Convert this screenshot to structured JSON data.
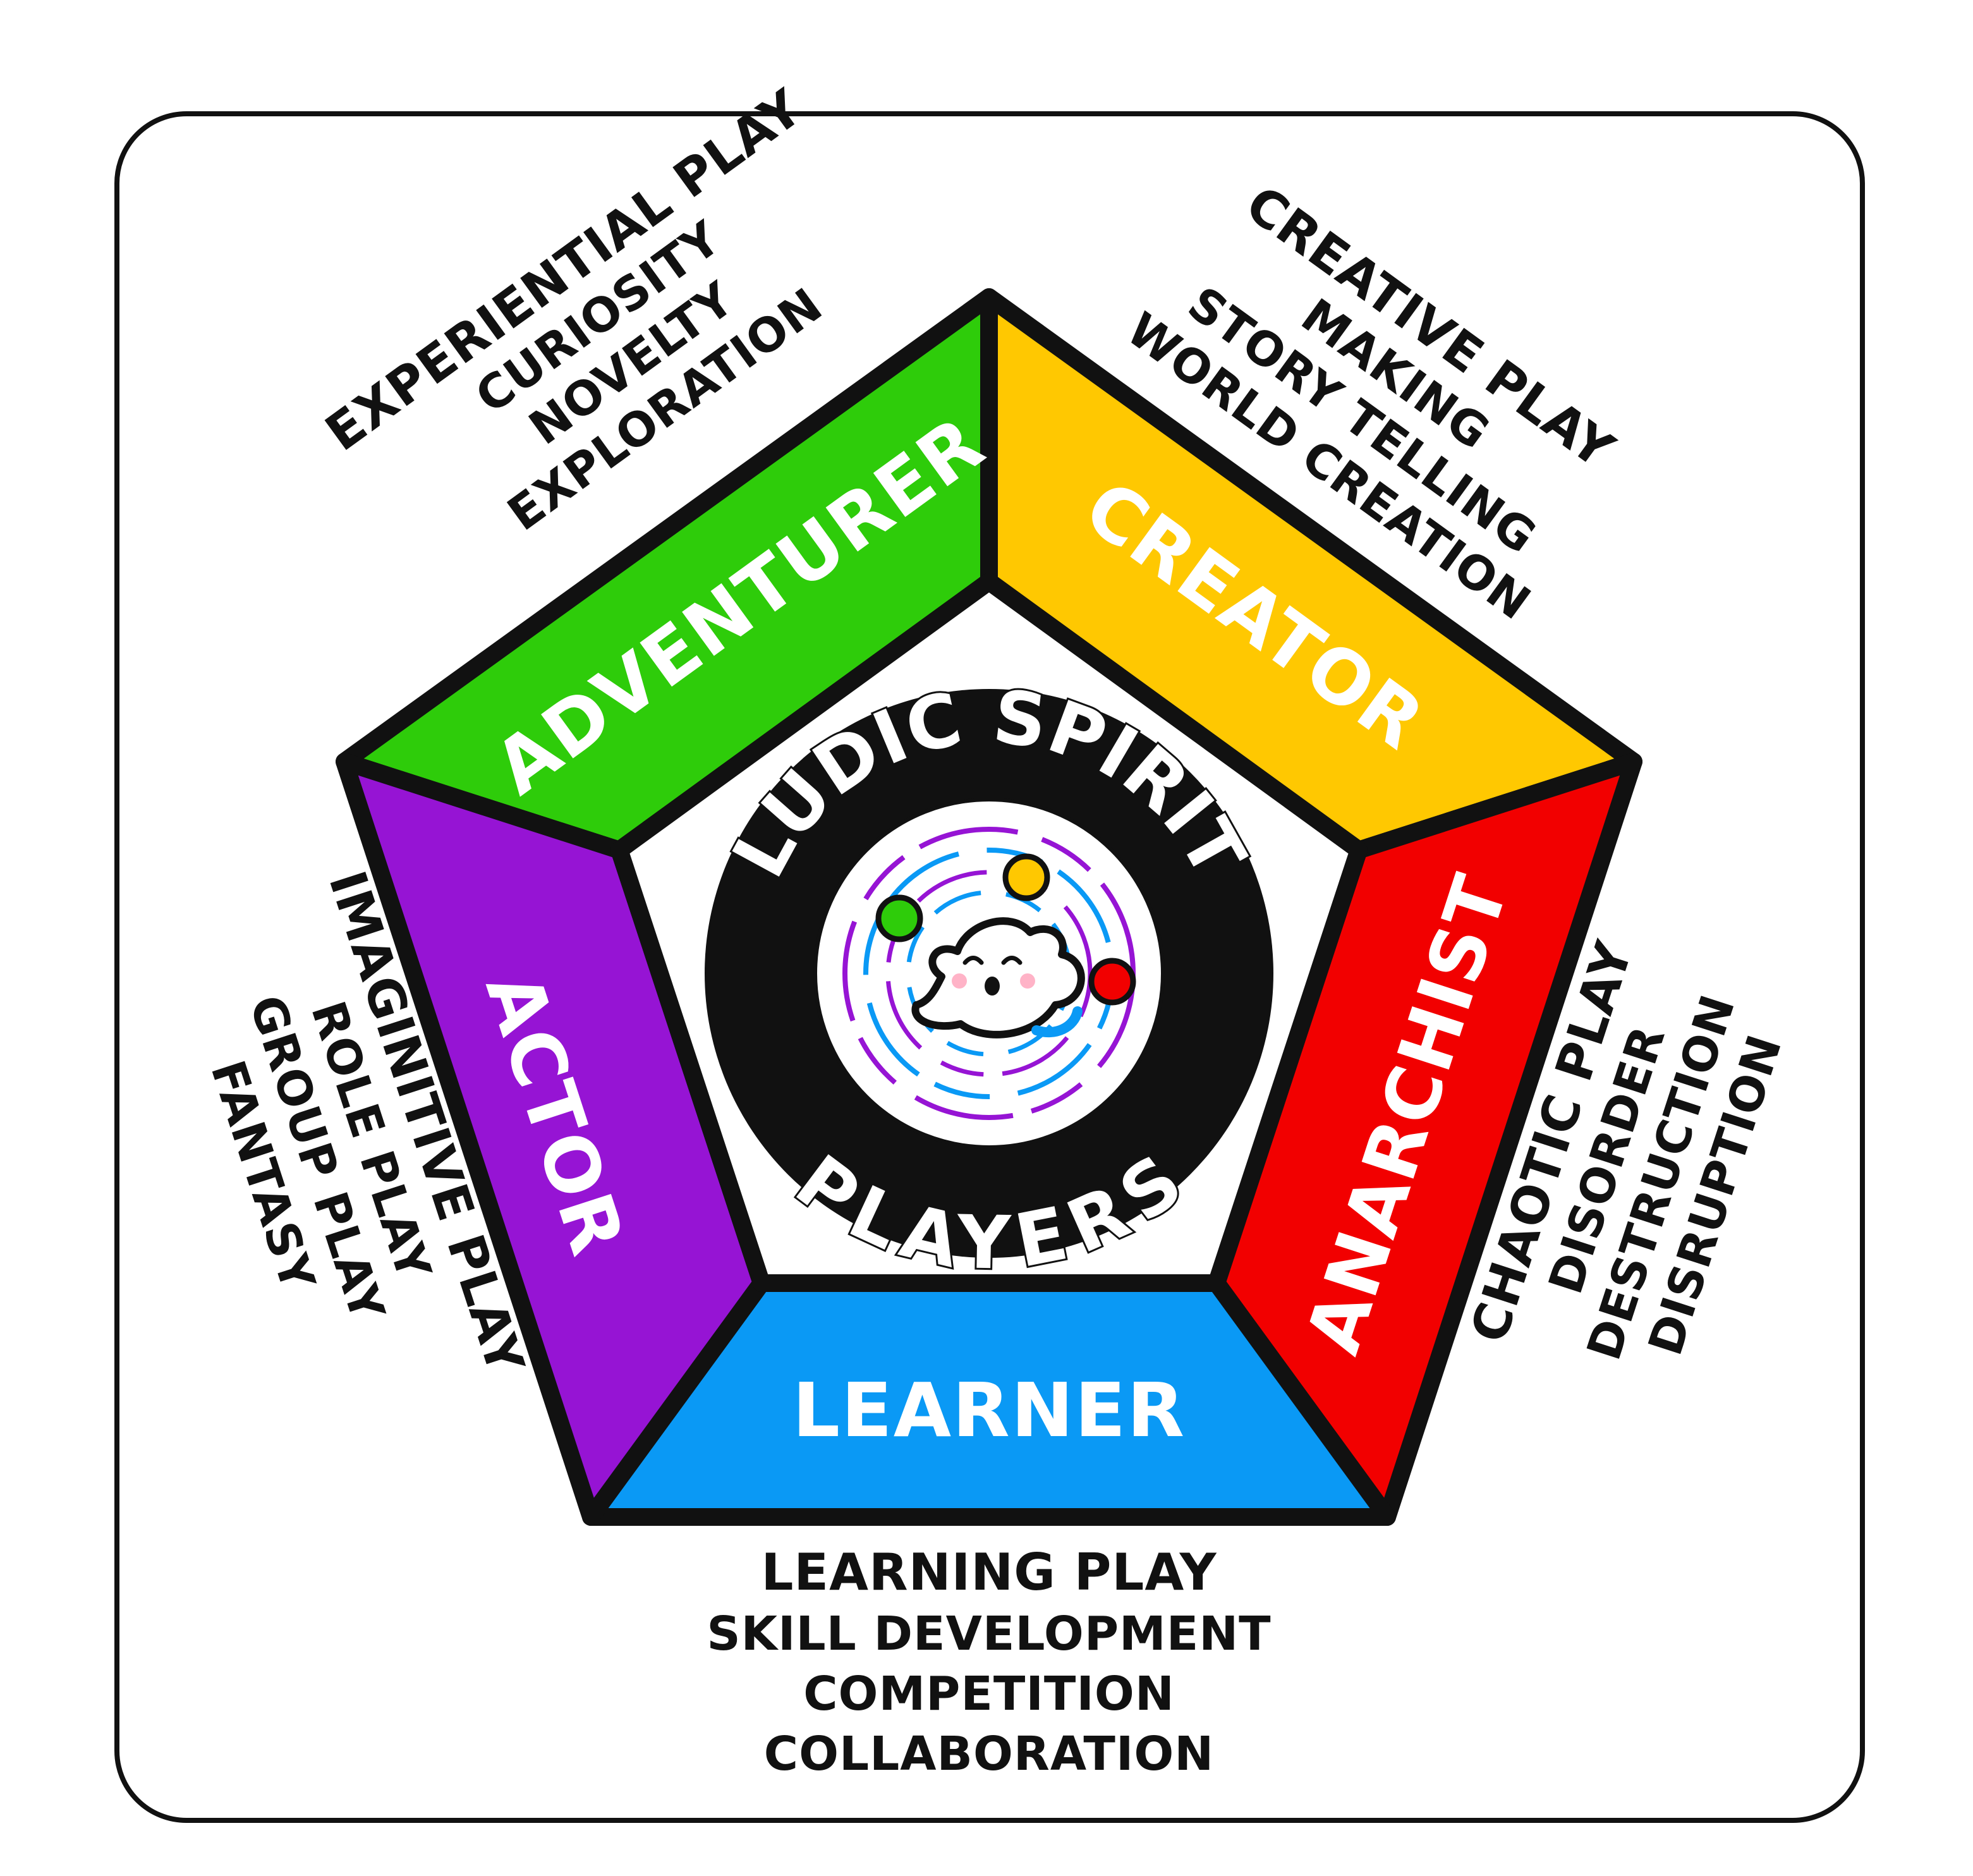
{
  "logo": {
    "top_text": "LUDIC SPIRIT",
    "bottom_text": "PLAYERS",
    "icon": "juggling-ghost-icon"
  },
  "segments": [
    {
      "id": "adventurer",
      "label": "ADVENTURER",
      "color": "#2ecc0a",
      "traits": [
        "EXPERIENTIAL PLAY",
        "CURIOSITY",
        "NOVELTY",
        "EXPLORATION"
      ]
    },
    {
      "id": "creator",
      "label": "CREATOR",
      "color": "#ffc801",
      "traits": [
        "CREATIVE PLAY",
        "MAKING",
        "STORY TELLING",
        "WORLD CREATION"
      ]
    },
    {
      "id": "anarchist",
      "label": "ANARCHIST",
      "color": "#f20000",
      "traits": [
        "CHAOTIC PLAY",
        "DISORDER",
        "DESTRUCTION",
        "DISRUPTION"
      ]
    },
    {
      "id": "learner",
      "label": "LEARNER",
      "color": "#0a99f5",
      "traits": [
        "LEARNING PLAY",
        "SKILL DEVELOPMENT",
        "COMPETITION",
        "COLLABORATION"
      ]
    },
    {
      "id": "actor",
      "label": "ACTOR",
      "color": "#9614d4",
      "traits": [
        "IMAGINITIVE PLAY",
        "ROLE PLAY",
        "GROUP PLAY",
        "FANTASY"
      ]
    }
  ]
}
